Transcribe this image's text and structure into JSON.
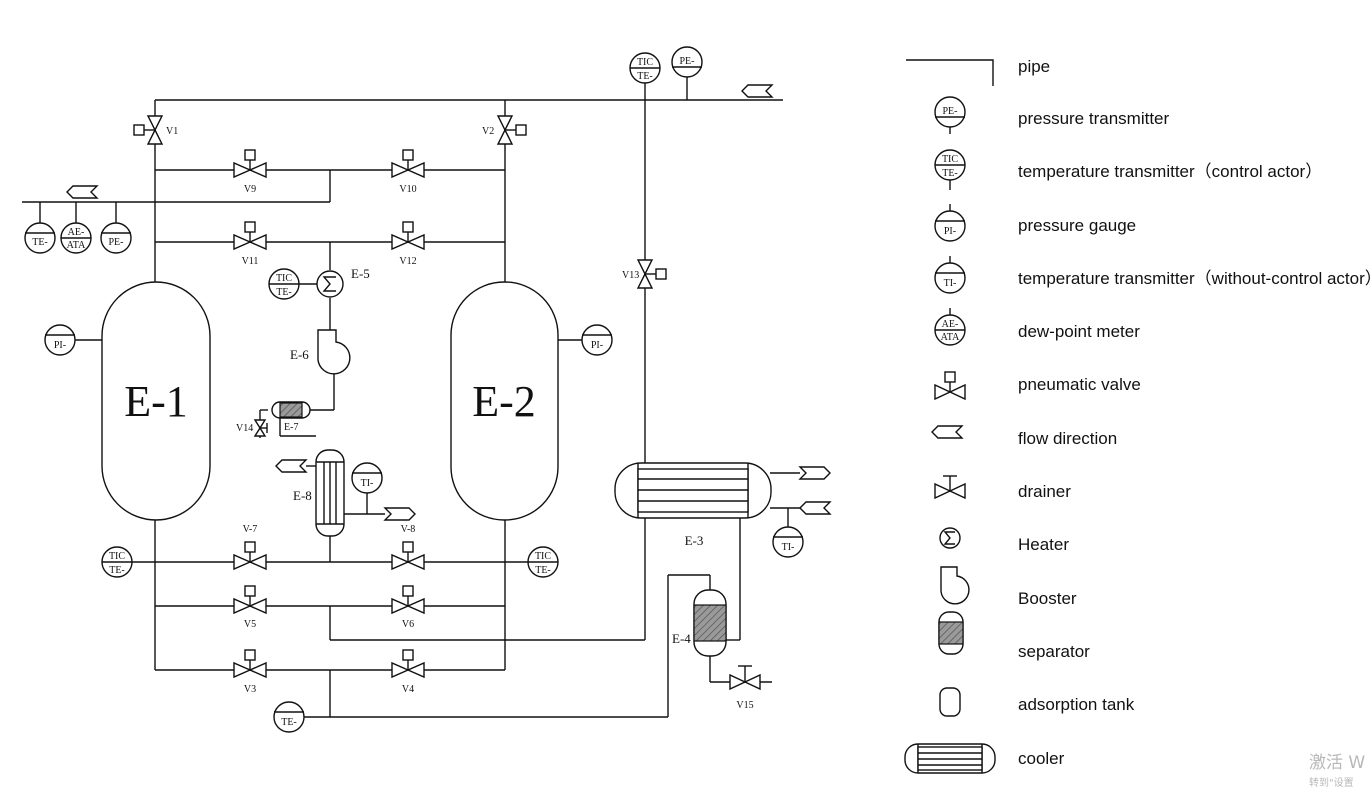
{
  "equipment": {
    "e1": "E-1",
    "e2": "E-2",
    "e3": "E-3",
    "e4": "E-4",
    "e5": "E-5",
    "e6": "E-6",
    "e7": "E-7",
    "e8": "E-8"
  },
  "valves": {
    "v1": "V1",
    "v2": "V2",
    "v3": "V3",
    "v4": "V4",
    "v5": "V5",
    "v6": "V6",
    "v7": "V-7",
    "v8": "V-8",
    "v9": "V9",
    "v10": "V10",
    "v11": "V11",
    "v12": "V12",
    "v13": "V13",
    "v14": "V14",
    "v15": "V15"
  },
  "instruments": {
    "tic_top": "TIC",
    "te_top": "TE-",
    "pe_top": "PE-",
    "te_left": "TE-",
    "ae_left": "AE-",
    "ata_left": "ATA",
    "pe_left": "PE-",
    "pi_left": "PI-",
    "pi_right": "PI-",
    "tic_e5": "TIC",
    "te_e5": "TE-",
    "ti_e8": "TI-",
    "tic_bl": "TIC",
    "te_bl": "TE-",
    "tic_br": "TIC",
    "te_br": "TE-",
    "ti_e3": "TI-",
    "te_bottom": "TE-"
  },
  "legend": {
    "pipe": "pipe",
    "pressure_transmitter": "pressure transmitter",
    "temp_transmitter_control": "temperature transmitter（control actor）",
    "pressure_gauge": "pressure gauge",
    "temp_transmitter_nocontrol": "temperature transmitter（without-control actor）",
    "dew_point": "dew-point meter",
    "pneumatic_valve": "pneumatic valve",
    "flow_direction": "flow direction",
    "drainer": "drainer",
    "heater": "Heater",
    "booster": "Booster",
    "separator": "separator",
    "adsorption_tank": "adsorption tank",
    "cooler": "cooler",
    "sym_pe": "PE-",
    "sym_tic": "TIC",
    "sym_te": "TE-",
    "sym_pi": "PI-",
    "sym_ti": "TI-",
    "sym_ae": "AE-",
    "sym_ata": "ATA"
  },
  "watermark": {
    "line1": "激活 W",
    "line2": "转到\"设置"
  }
}
